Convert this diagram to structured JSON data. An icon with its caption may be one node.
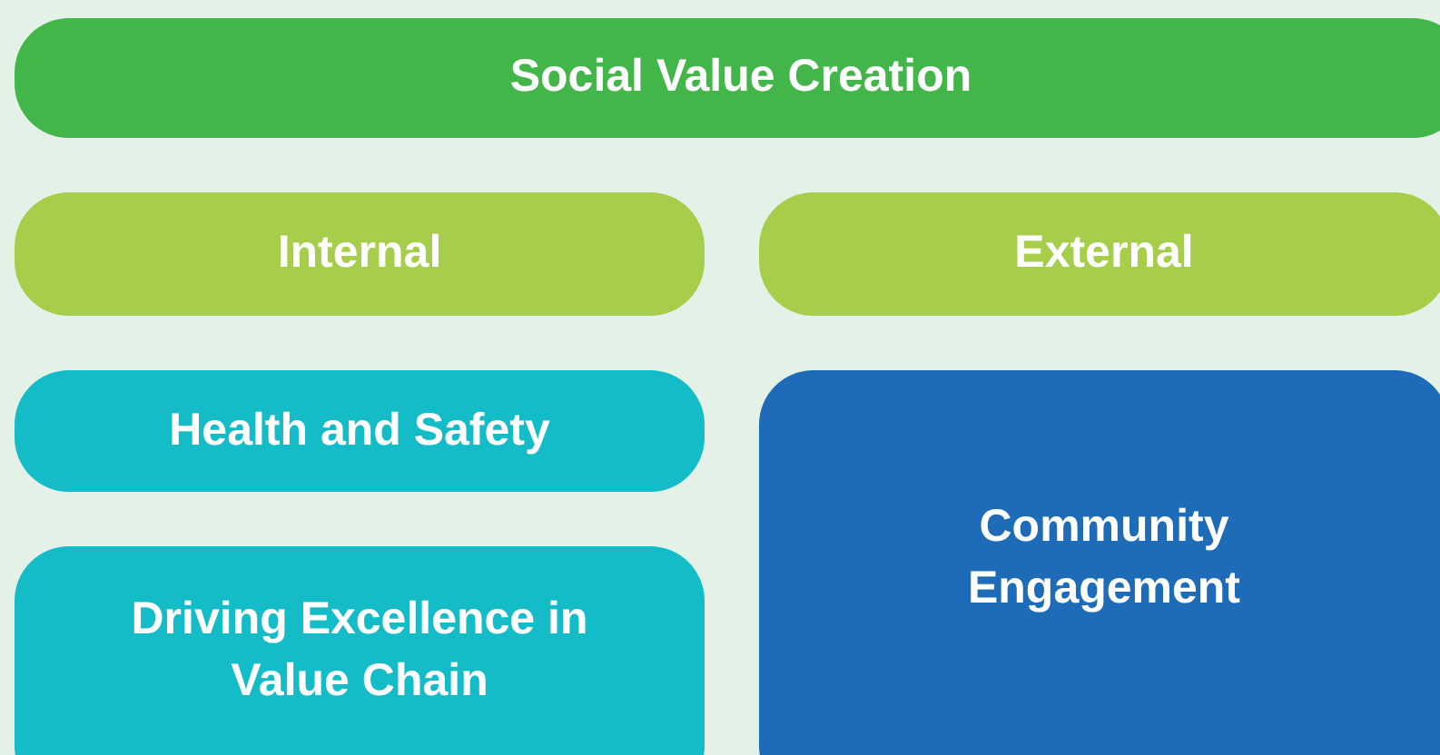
{
  "diagram": {
    "nodes": [
      {
        "text": [
          "Social Value Creation"
        ]
      },
      {
        "text": [
          "Internal"
        ]
      },
      {
        "text": [
          "External"
        ]
      },
      {
        "text": [
          "Health and Safety"
        ]
      },
      {
        "text": [
          "Driving Excellence in Value Chain"
        ]
      },
      {
        "text": [
          "Community Engagement"
        ]
      }
    ]
  }
}
